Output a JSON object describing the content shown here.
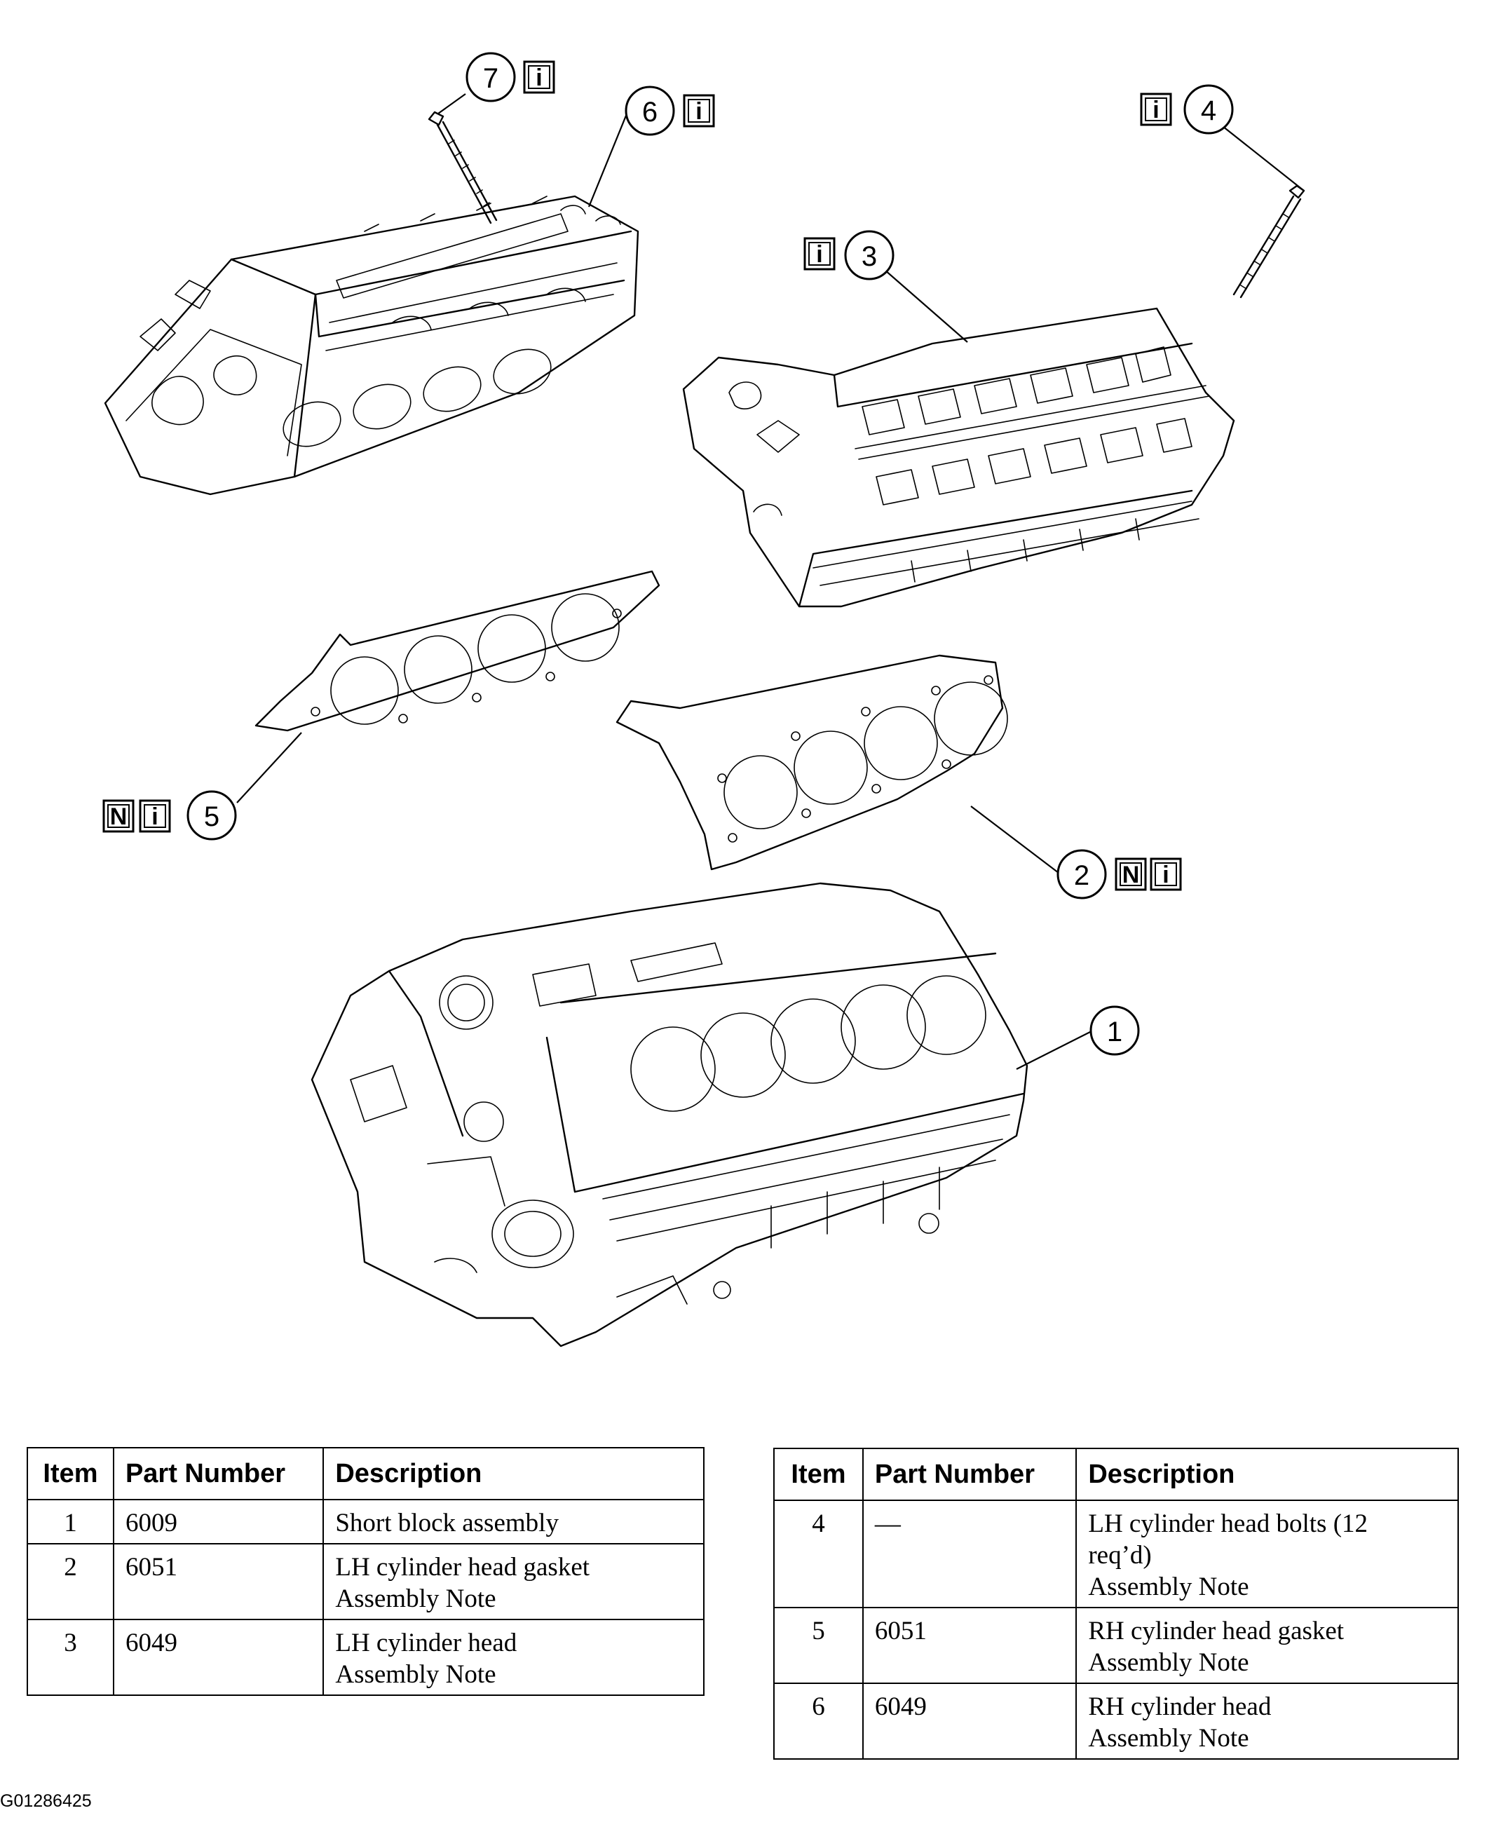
{
  "figure_id": "G01286425",
  "callouts": {
    "c1": "1",
    "c2": "2",
    "c3": "3",
    "c4": "4",
    "c5": "5",
    "c6": "6",
    "c7": "7"
  },
  "badges": {
    "info": "i",
    "new": "N"
  },
  "table_headers": {
    "item": "Item",
    "part_number": "Part Number",
    "description": "Description"
  },
  "parts_left": [
    {
      "item": "1",
      "part_number": "6009",
      "description": [
        "Short block assembly"
      ]
    },
    {
      "item": "2",
      "part_number": "6051",
      "description": [
        "LH cylinder head gasket",
        "Assembly Note"
      ]
    },
    {
      "item": "3",
      "part_number": "6049",
      "description": [
        "LH cylinder head",
        "Assembly Note"
      ]
    }
  ],
  "parts_right": [
    {
      "item": "4",
      "part_number": "—",
      "description": [
        "LH cylinder head bolts (12",
        "req’d)",
        "Assembly Note"
      ]
    },
    {
      "item": "5",
      "part_number": "6051",
      "description": [
        "RH cylinder head gasket",
        "Assembly Note"
      ]
    },
    {
      "item": "6",
      "part_number": "6049",
      "description": [
        "RH cylinder head",
        "Assembly Note"
      ]
    }
  ]
}
